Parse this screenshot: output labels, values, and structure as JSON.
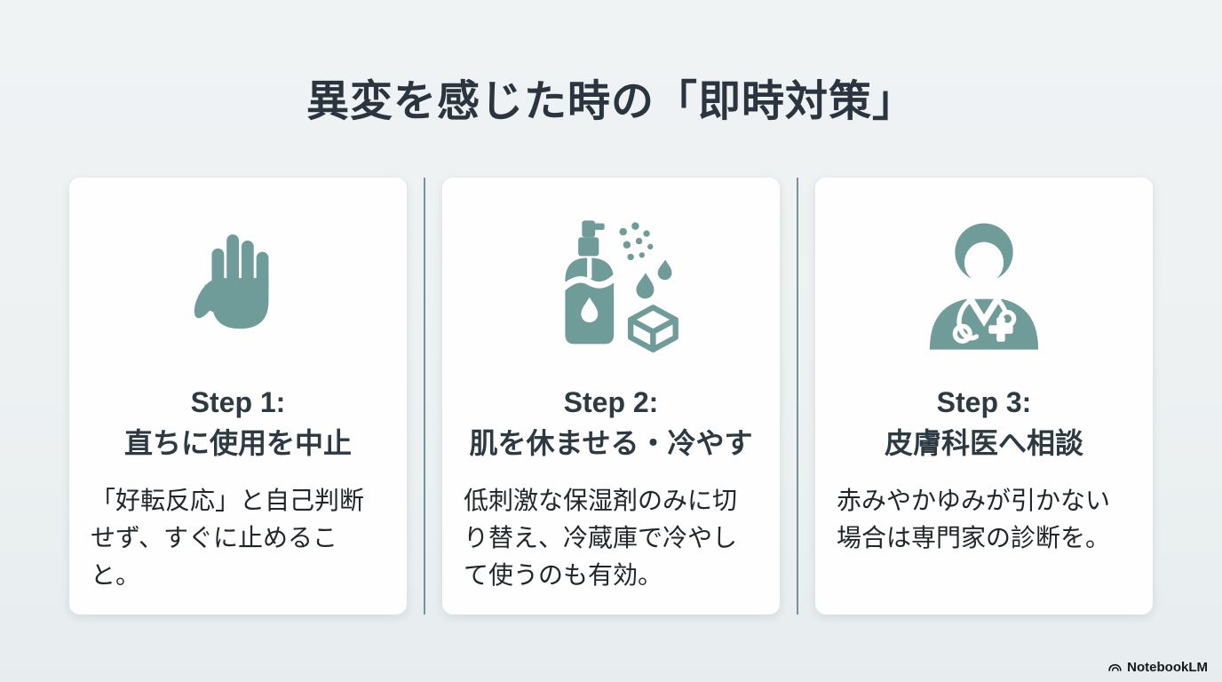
{
  "page": {
    "title": "異変を感じた時の「即時対策」",
    "footer_brand": "NotebookLM"
  },
  "cards": [
    {
      "icon": "stop-hand-icon",
      "step_label": "Step 1:",
      "step_title": "直ちに使用を中止",
      "body": "「好転反応」と自己判断せず、すぐに止めること。"
    },
    {
      "icon": "spray-bottle-ice-icon",
      "step_label": "Step 2:",
      "step_title": "肌を休ませる・冷やす",
      "body": "低刺激な保湿剤のみに切り替え、冷蔵庫で冷やして使うのも有効。"
    },
    {
      "icon": "doctor-icon",
      "step_label": "Step 3:",
      "step_title": "皮膚科医へ相談",
      "body": "赤みやかゆみが引かない場合は専門家の診断を。"
    }
  ],
  "colors": {
    "icon_teal": "#6f9b98",
    "divider": "#71939a",
    "title_text": "#2b3540",
    "step_text": "#2d3a42",
    "body_text": "#20262a",
    "background": "#edf1f2",
    "card_background": "#fefefe"
  }
}
